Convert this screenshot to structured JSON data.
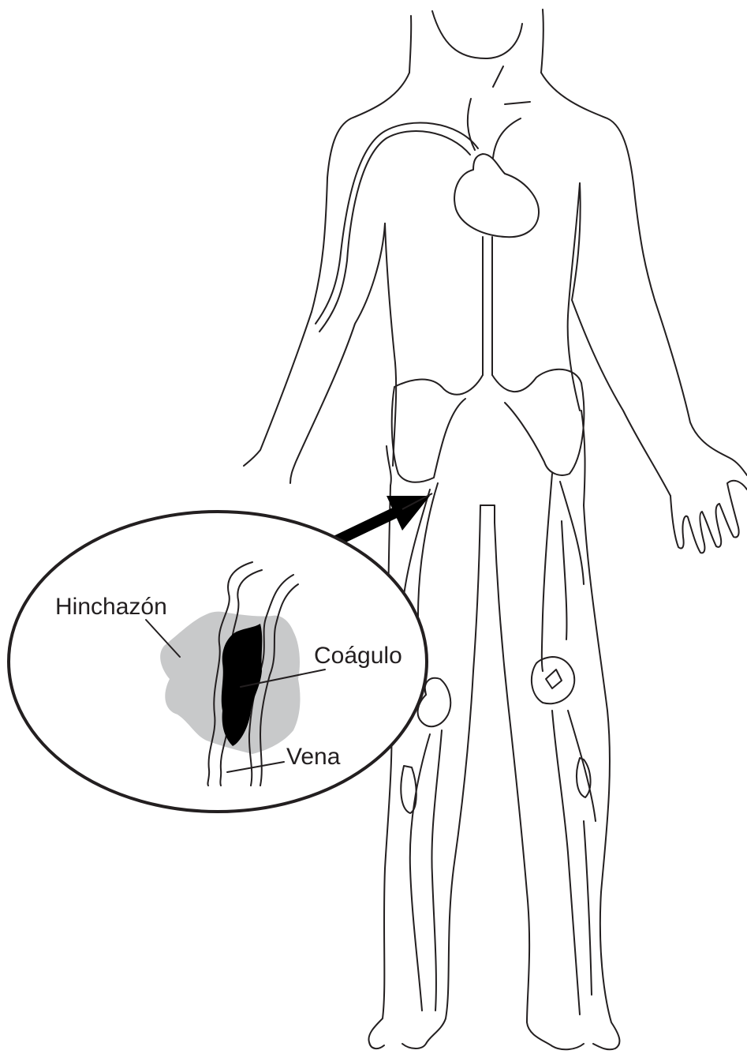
{
  "labels": {
    "swelling": "Hinchazón",
    "clot": "Coágulo",
    "vein": "Vena"
  },
  "colors": {
    "outline": "#231f20",
    "swelling_fill": "#c8c9ca",
    "clot_fill": "#000000",
    "background": "#ffffff"
  }
}
